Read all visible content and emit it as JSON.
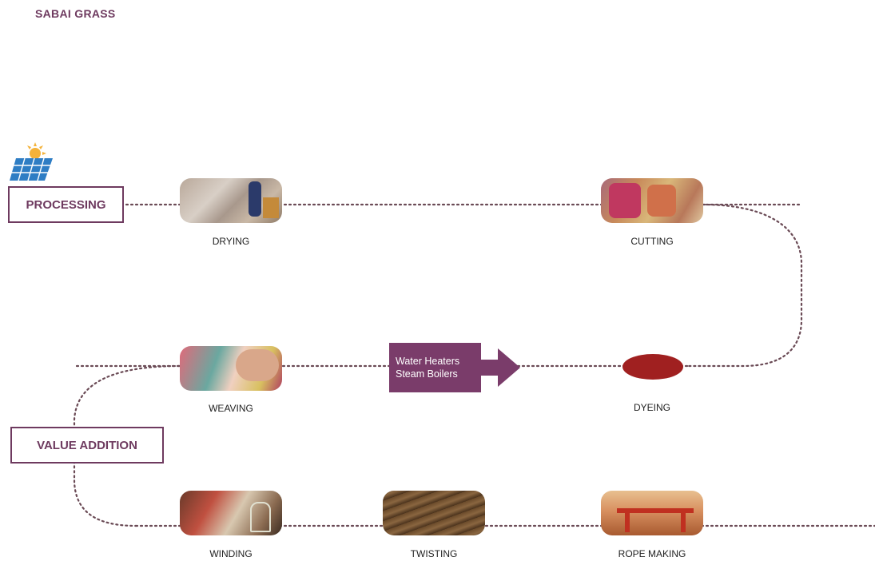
{
  "title": "SABAI GRASS",
  "stages": {
    "processing": "PROCESSING",
    "value_addition": "VALUE ADDITION"
  },
  "steps": {
    "drying": "DRYING",
    "cutting": "CUTTING",
    "dyeing": "DYEING",
    "weaving": "WEAVING",
    "winding": "WINDING",
    "twisting": "TWISTING",
    "rope_making": "ROPE MAKING"
  },
  "intervention": {
    "line1": "Water Heaters",
    "line2": "Steam Boilers"
  },
  "icons": {
    "solar": "solar-panel-sun-icon",
    "arrow": "arrow-right-icon"
  },
  "colors": {
    "accent": "#6e3a5f",
    "intervention": "#7a3c6a",
    "path": "#6a4a55",
    "dye": "#a02020"
  }
}
